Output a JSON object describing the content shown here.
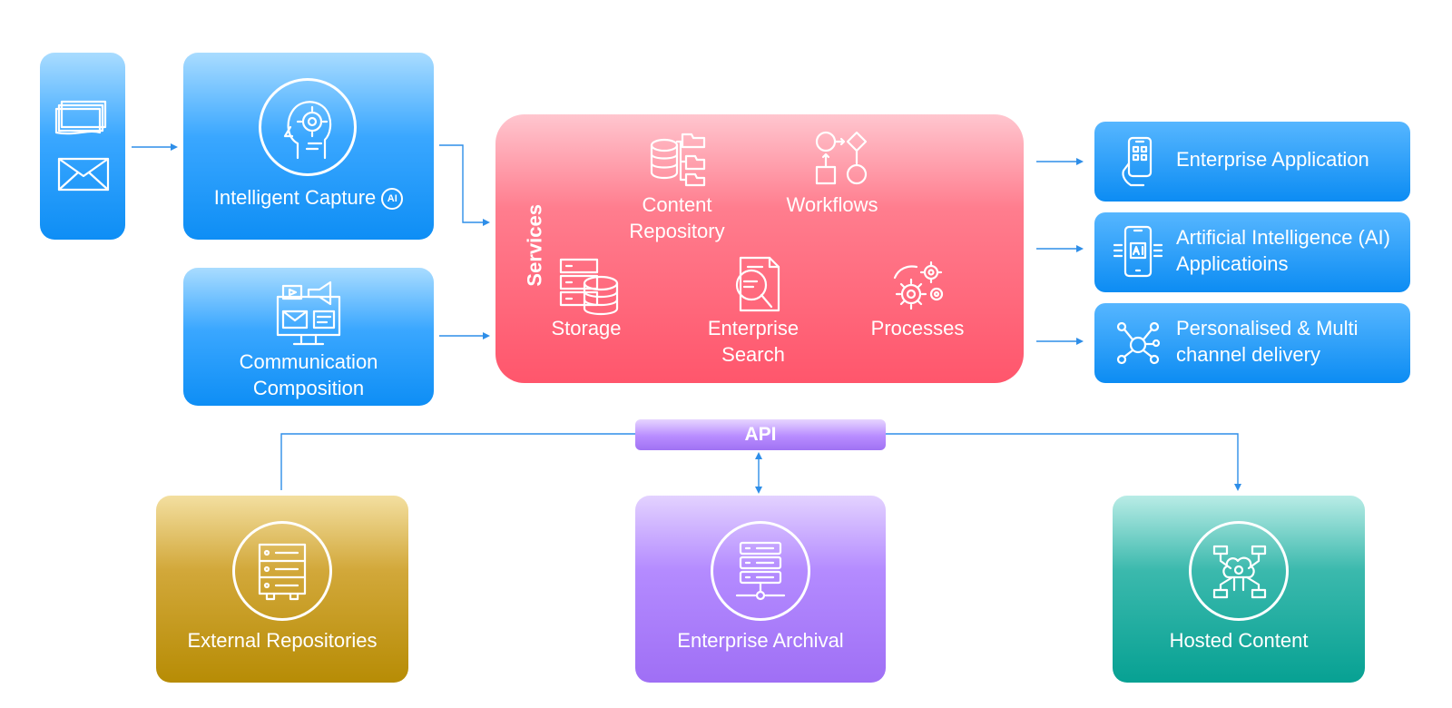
{
  "inputs": {
    "intelligent_capture": "Intelligent Capture",
    "ai_badge": "AI",
    "communication_composition": "Communication Composition"
  },
  "services": {
    "title": "Services",
    "items": [
      "Content Repository",
      "Workflows",
      "Storage",
      "Enterprise Search",
      "Processes"
    ]
  },
  "outputs": [
    "Enterprise Application",
    "Artificial Intelligence (AI) Applicatioins",
    "Personalised & Multi channel delivery"
  ],
  "api": "API",
  "bottom": {
    "external_repositories": "External Repositories",
    "enterprise_archival": "Enterprise Archival",
    "hosted_content": "Hosted Content"
  },
  "colors": {
    "blue": "#0e8ef5",
    "red": "#ff566c",
    "gold": "#b78c05",
    "violet": "#9f6ff5",
    "teal": "#07a193",
    "connector": "#2e8ee8"
  },
  "icons": [
    "documents-icon",
    "mail-icon",
    "ai-head-icon",
    "media-compose-icon",
    "database-folders-icon",
    "workflow-icon",
    "server-database-icon",
    "document-search-icon",
    "gears-icon",
    "smartphone-hand-icon",
    "ai-phone-icon",
    "network-nodes-icon",
    "server-rack-icon",
    "server-network-icon",
    "cloud-circuit-icon"
  ]
}
